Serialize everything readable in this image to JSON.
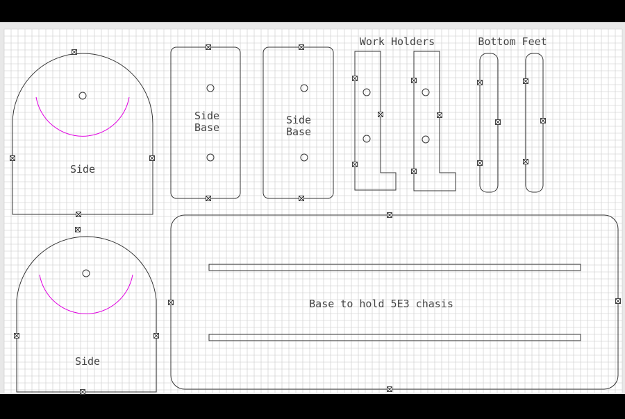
{
  "colors": {
    "background": "#000000",
    "sheet": "#ffffff",
    "grid": "#c8c8c8",
    "outline": "#333333",
    "arc": "#e000e0",
    "label": "#444444"
  },
  "labels": {
    "side_top": "Side",
    "side_bottom": "Side",
    "side_base_left_l1": "Side",
    "side_base_left_l2": "Base",
    "side_base_right_l1": "Side",
    "side_base_right_l2": "Base",
    "work_holders": "Work Holders",
    "bottom_feet": "Bottom Feet",
    "base": "Base to hold 5E3 chasis"
  }
}
